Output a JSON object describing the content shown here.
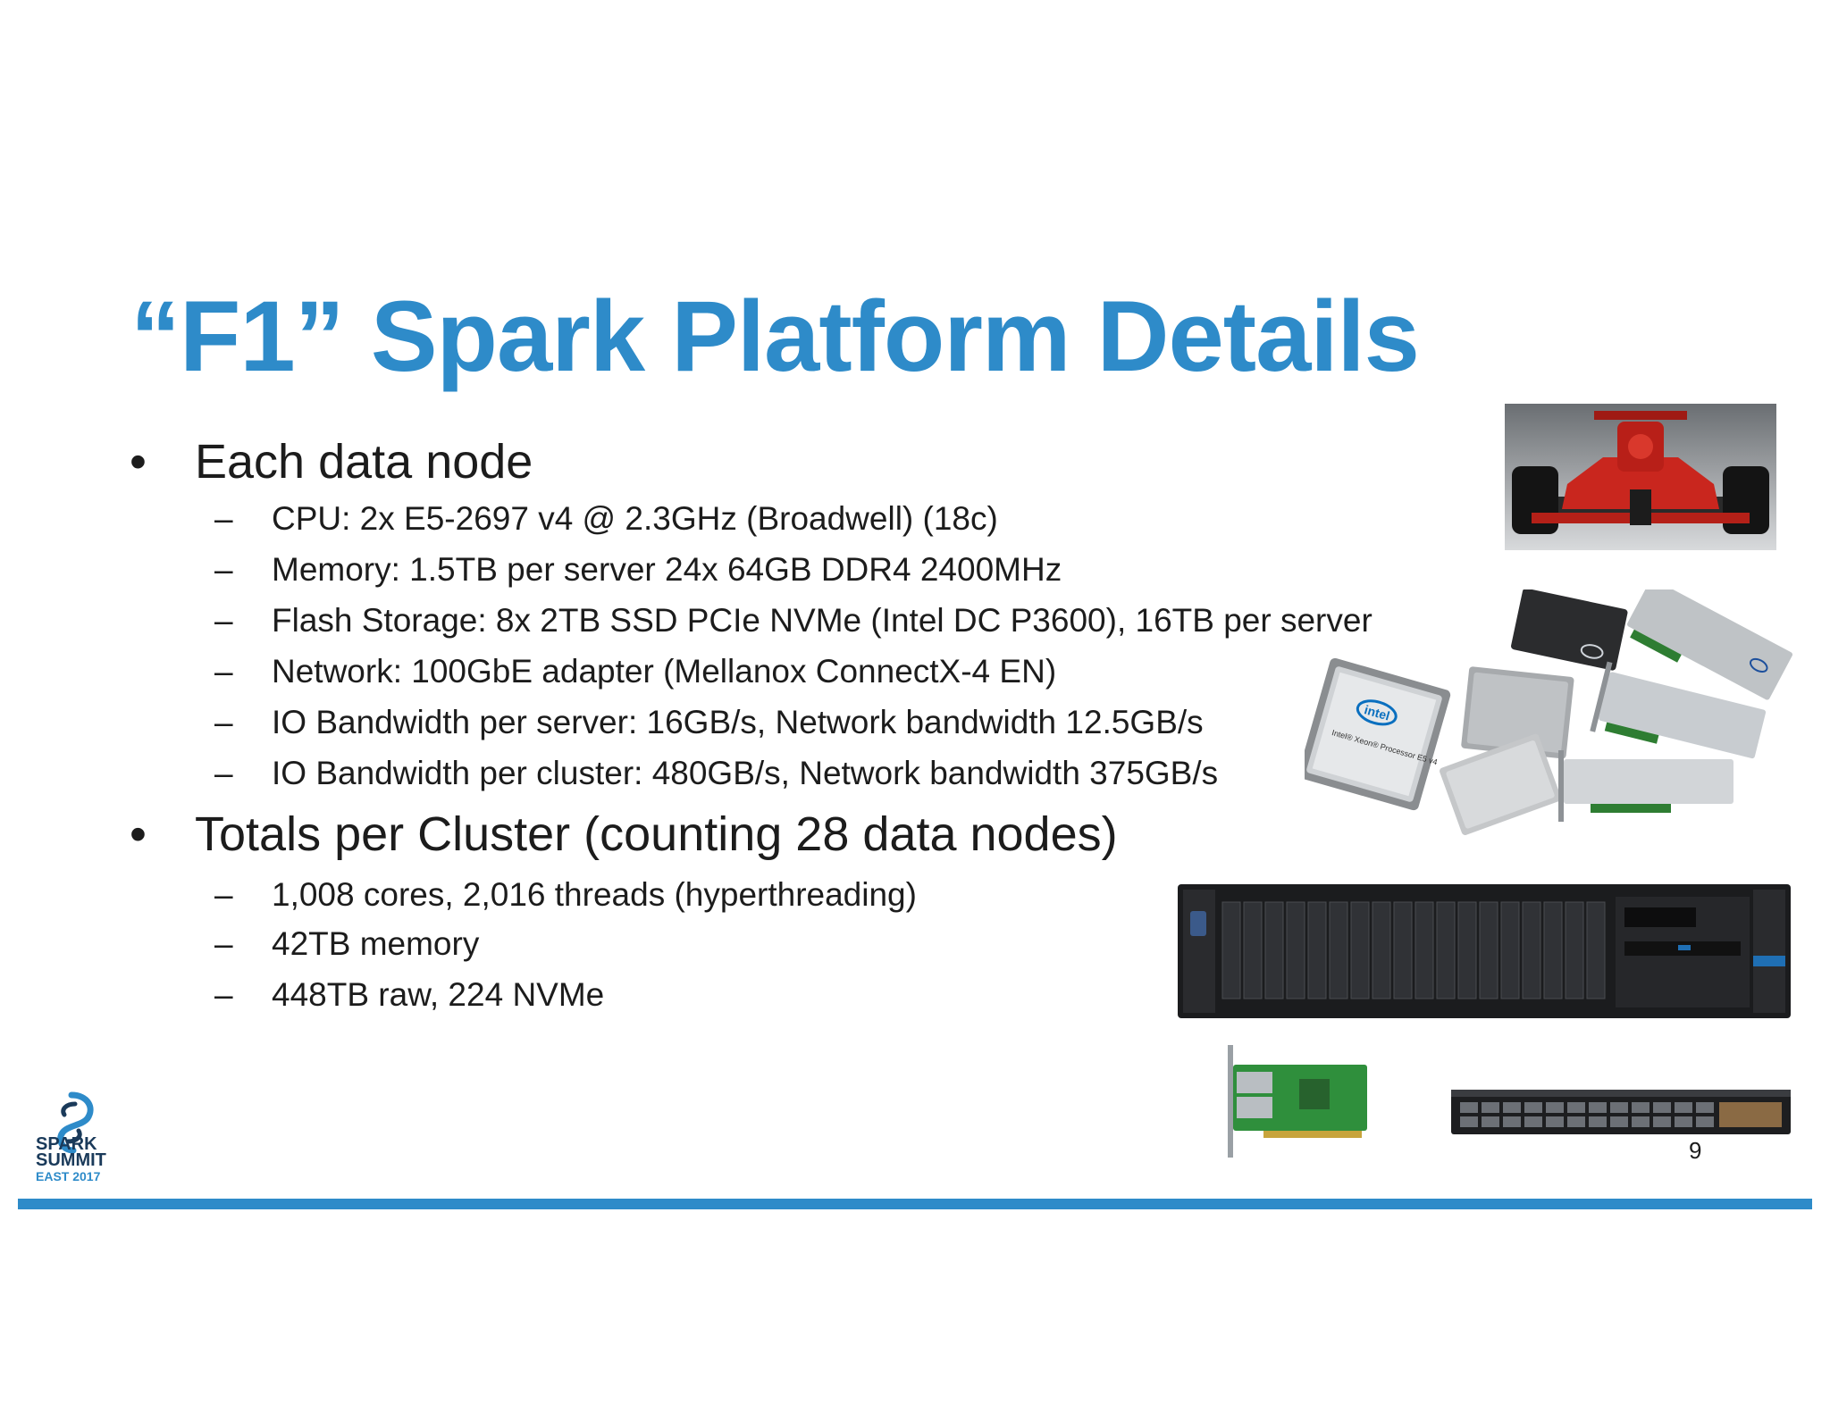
{
  "slide": {
    "title": "“F1” Spark Platform Details",
    "page_number": "9",
    "logo": {
      "line1": "SPARK",
      "line2": "SUMMIT",
      "line3": "EAST 2017"
    },
    "sections": [
      {
        "bullet": "•",
        "heading": "Each data node",
        "items": [
          "CPU: 2x E5-2697 v4 @ 2.3GHz (Broadwell) (18c)",
          "Memory: 1.5TB per server 24x 64GB DDR4 2400MHz",
          "Flash Storage: 8x 2TB SSD PCIe NVMe (Intel DC P3600), 16TB per server",
          "Network: 100GbE adapter (Mellanox ConnectX-4 EN)",
          "IO Bandwidth per server: 16GB/s, Network bandwidth 12.5GB/s",
          "IO Bandwidth per cluster: 480GB/s, Network bandwidth 375GB/s"
        ]
      },
      {
        "bullet": "•",
        "heading": "Totals per Cluster (counting 28 data nodes)",
        "items": [
          "1,008 cores, 2,016 threads (hyperthreading)",
          "42TB memory",
          "448TB raw, 224 NVMe"
        ]
      }
    ],
    "dash": "–",
    "images": {
      "intel_logo_text": "intel",
      "cpu_label": "Intel® Xeon® Processor E5 v4"
    },
    "colors": {
      "accent": "#2e8bc9",
      "text": "#1c1c1c"
    }
  }
}
